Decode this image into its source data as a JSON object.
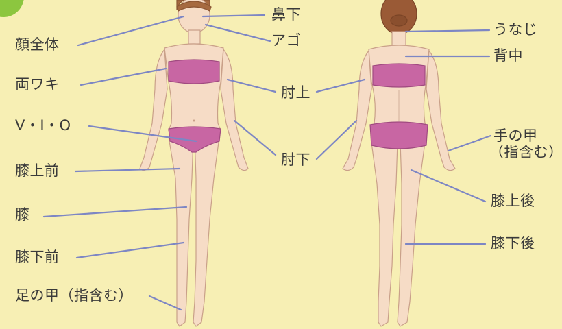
{
  "labels": {
    "face": "顔全体",
    "nose": "鼻下",
    "chin": "アゴ",
    "underarms": "両ワキ",
    "upper_arm": "肘上",
    "vio": "V・I・O",
    "lower_arm": "肘下",
    "front_thigh": "膝上前",
    "knee": "膝",
    "front_shin": "膝下前",
    "foot": "足の甲（指含む）",
    "nape": "うなじ",
    "back": "背中",
    "hand_line1": "手の甲",
    "hand_line2": "（指含む）",
    "back_thigh": "膝上後",
    "back_shin": "膝下後"
  },
  "colors": {
    "background": "#f7efb4",
    "leader_line": "#7d86c4",
    "garment": "#c866a3",
    "skin": "#f6dcc6",
    "hair": "#9a5a36",
    "accent_green": "#8cc63f"
  }
}
